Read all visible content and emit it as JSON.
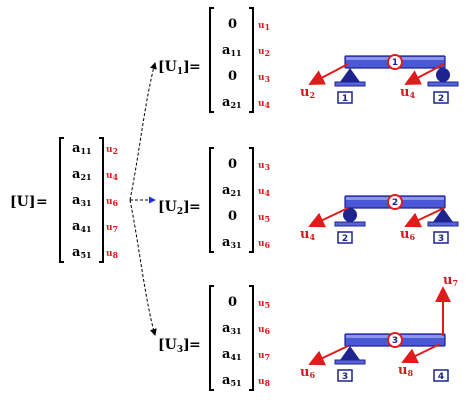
{
  "global": {
    "label": "[U]",
    "equals": "=",
    "rows": [
      {
        "a": "a",
        "a_sub": "11",
        "u": "u",
        "u_sub": "2"
      },
      {
        "a": "a",
        "a_sub": "21",
        "u": "u",
        "u_sub": "4"
      },
      {
        "a": "a",
        "a_sub": "31",
        "u": "u",
        "u_sub": "6"
      },
      {
        "a": "a",
        "a_sub": "41",
        "u": "u",
        "u_sub": "7"
      },
      {
        "a": "a",
        "a_sub": "51",
        "u": "u",
        "u_sub": "8"
      }
    ]
  },
  "elements": [
    {
      "label": "[U",
      "label_sub": "1",
      "label_end": "]",
      "equals": "=",
      "rows": [
        {
          "a": "0",
          "a_sub": "",
          "u": "u",
          "u_sub": "1"
        },
        {
          "a": "a",
          "a_sub": "11",
          "u": "u",
          "u_sub": "2"
        },
        {
          "a": "0",
          "a_sub": "",
          "u": "u",
          "u_sub": "3"
        },
        {
          "a": "a",
          "a_sub": "21",
          "u": "u",
          "u_sub": "4"
        }
      ],
      "beam": {
        "element_number": "1",
        "left_node": "1",
        "right_node": "2",
        "dofs": [
          {
            "u": "u",
            "sub": "2"
          },
          {
            "u": "u",
            "sub": "4"
          }
        ]
      }
    },
    {
      "label": "[U",
      "label_sub": "2",
      "label_end": "]",
      "equals": "=",
      "rows": [
        {
          "a": "0",
          "a_sub": "",
          "u": "u",
          "u_sub": "3"
        },
        {
          "a": "a",
          "a_sub": "21",
          "u": "u",
          "u_sub": "4"
        },
        {
          "a": "0",
          "a_sub": "",
          "u": "u",
          "u_sub": "5"
        },
        {
          "a": "a",
          "a_sub": "31",
          "u": "u",
          "u_sub": "6"
        }
      ],
      "beam": {
        "element_number": "2",
        "left_node": "2",
        "right_node": "3",
        "dofs": [
          {
            "u": "u",
            "sub": "4"
          },
          {
            "u": "u",
            "sub": "6"
          }
        ]
      }
    },
    {
      "label": "[U",
      "label_sub": "3",
      "label_end": "]",
      "equals": "=",
      "rows": [
        {
          "a": "0",
          "a_sub": "",
          "u": "u",
          "u_sub": "5"
        },
        {
          "a": "a",
          "a_sub": "31",
          "u": "u",
          "u_sub": "6"
        },
        {
          "a": "a",
          "a_sub": "41",
          "u": "u",
          "u_sub": "7"
        },
        {
          "a": "a",
          "a_sub": "51",
          "u": "u",
          "u_sub": "8"
        }
      ],
      "beam": {
        "element_number": "3",
        "left_node": "3",
        "right_node": "4",
        "dofs": [
          {
            "u": "u",
            "sub": "6"
          },
          {
            "u": "u",
            "sub": "8"
          },
          {
            "u": "u",
            "sub": "7"
          }
        ]
      }
    }
  ],
  "colors": {
    "dof_red": "#e11b1b",
    "beam_blue": "#4a57d6",
    "beam_dark": "#1d238f"
  },
  "icons": [
    "pin-support-icon",
    "roller-support-icon",
    "node-box-icon",
    "element-circle-icon",
    "dof-arrow-icon"
  ]
}
